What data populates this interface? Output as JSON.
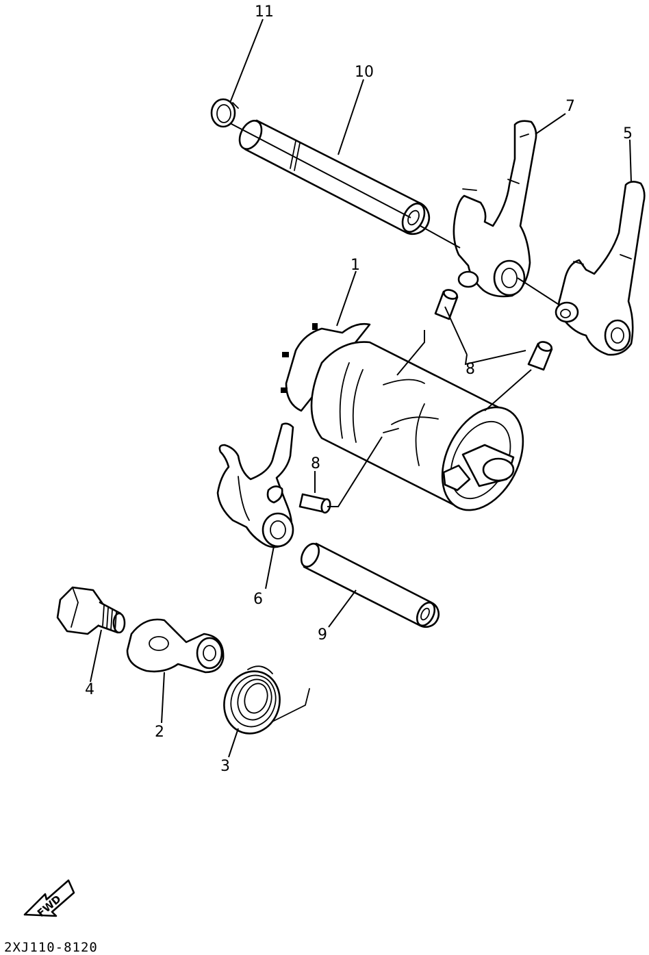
{
  "callouts": [
    {
      "id": "1",
      "text": "1"
    },
    {
      "id": "2",
      "text": "2"
    },
    {
      "id": "3",
      "text": "3"
    },
    {
      "id": "4",
      "text": "4"
    },
    {
      "id": "5",
      "text": "5"
    },
    {
      "id": "6",
      "text": "6"
    },
    {
      "id": "7",
      "text": "7"
    },
    {
      "id": "8a",
      "text": "8"
    },
    {
      "id": "8b",
      "text": "8"
    },
    {
      "id": "9",
      "text": "9"
    },
    {
      "id": "10",
      "text": "10"
    },
    {
      "id": "11",
      "text": "11"
    }
  ],
  "fwd_label": "FWD",
  "diagram_code": "2XJ110-8120"
}
